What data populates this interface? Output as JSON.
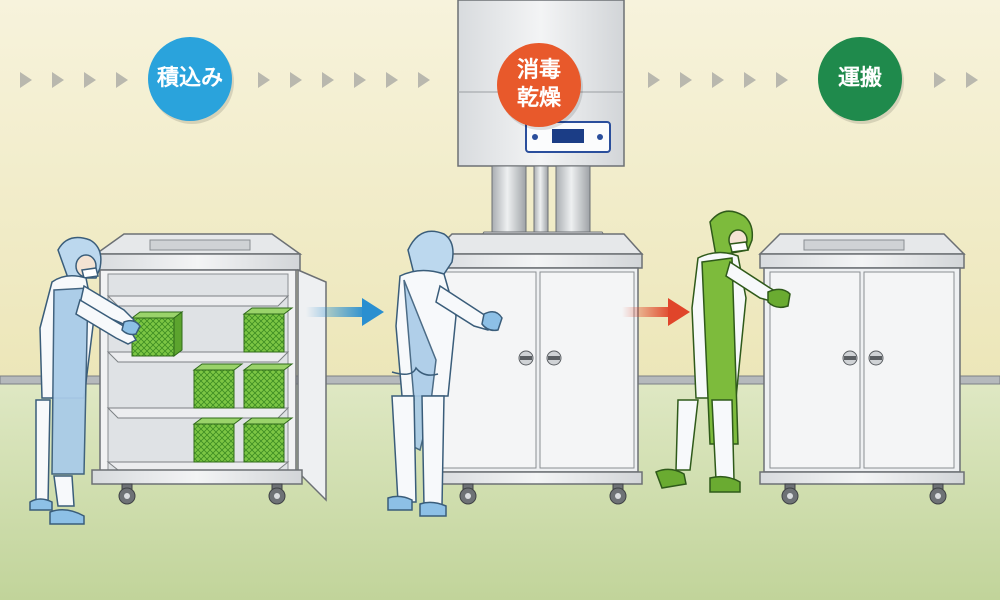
{
  "steps": [
    {
      "label": "積込み",
      "color": "#2aa3dc"
    },
    {
      "label": "消毒",
      "label2": "乾燥",
      "color": "#e8592b"
    },
    {
      "label": "運搬",
      "color": "#1f8a4c"
    }
  ],
  "arrows": [
    {
      "from": "loading",
      "to": "disinfection",
      "color": "#2a8fd0"
    },
    {
      "from": "disinfection",
      "to": "transport",
      "color": "#e0452a"
    }
  ],
  "colors": {
    "wall": "#f5f0cf",
    "floor": "#c9d8a4",
    "steel": "#e8eaec",
    "crop": "#6cbf3b",
    "worker_blue": "#cfe3f2",
    "worker_green": "#7dbb3c"
  }
}
